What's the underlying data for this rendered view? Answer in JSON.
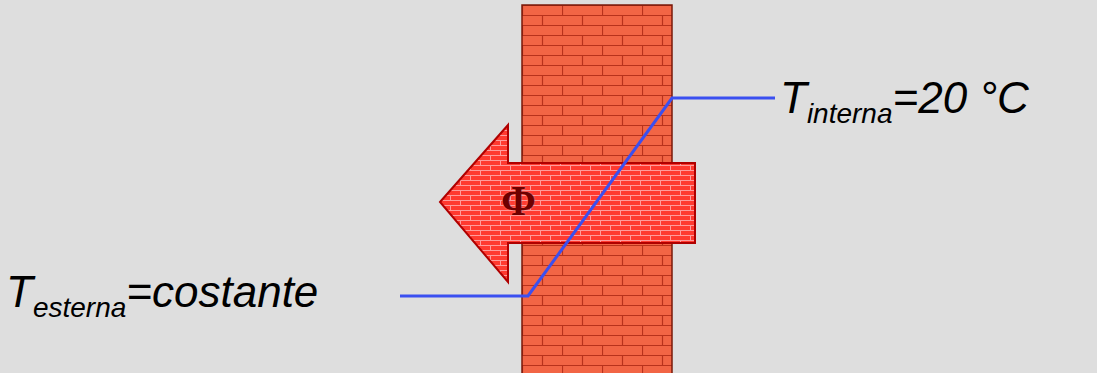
{
  "diagram": {
    "labels": [
      "T",
      "interna",
      "=20 °C",
      "Φ",
      "T",
      "esterna",
      "=costante"
    ]
  }
}
